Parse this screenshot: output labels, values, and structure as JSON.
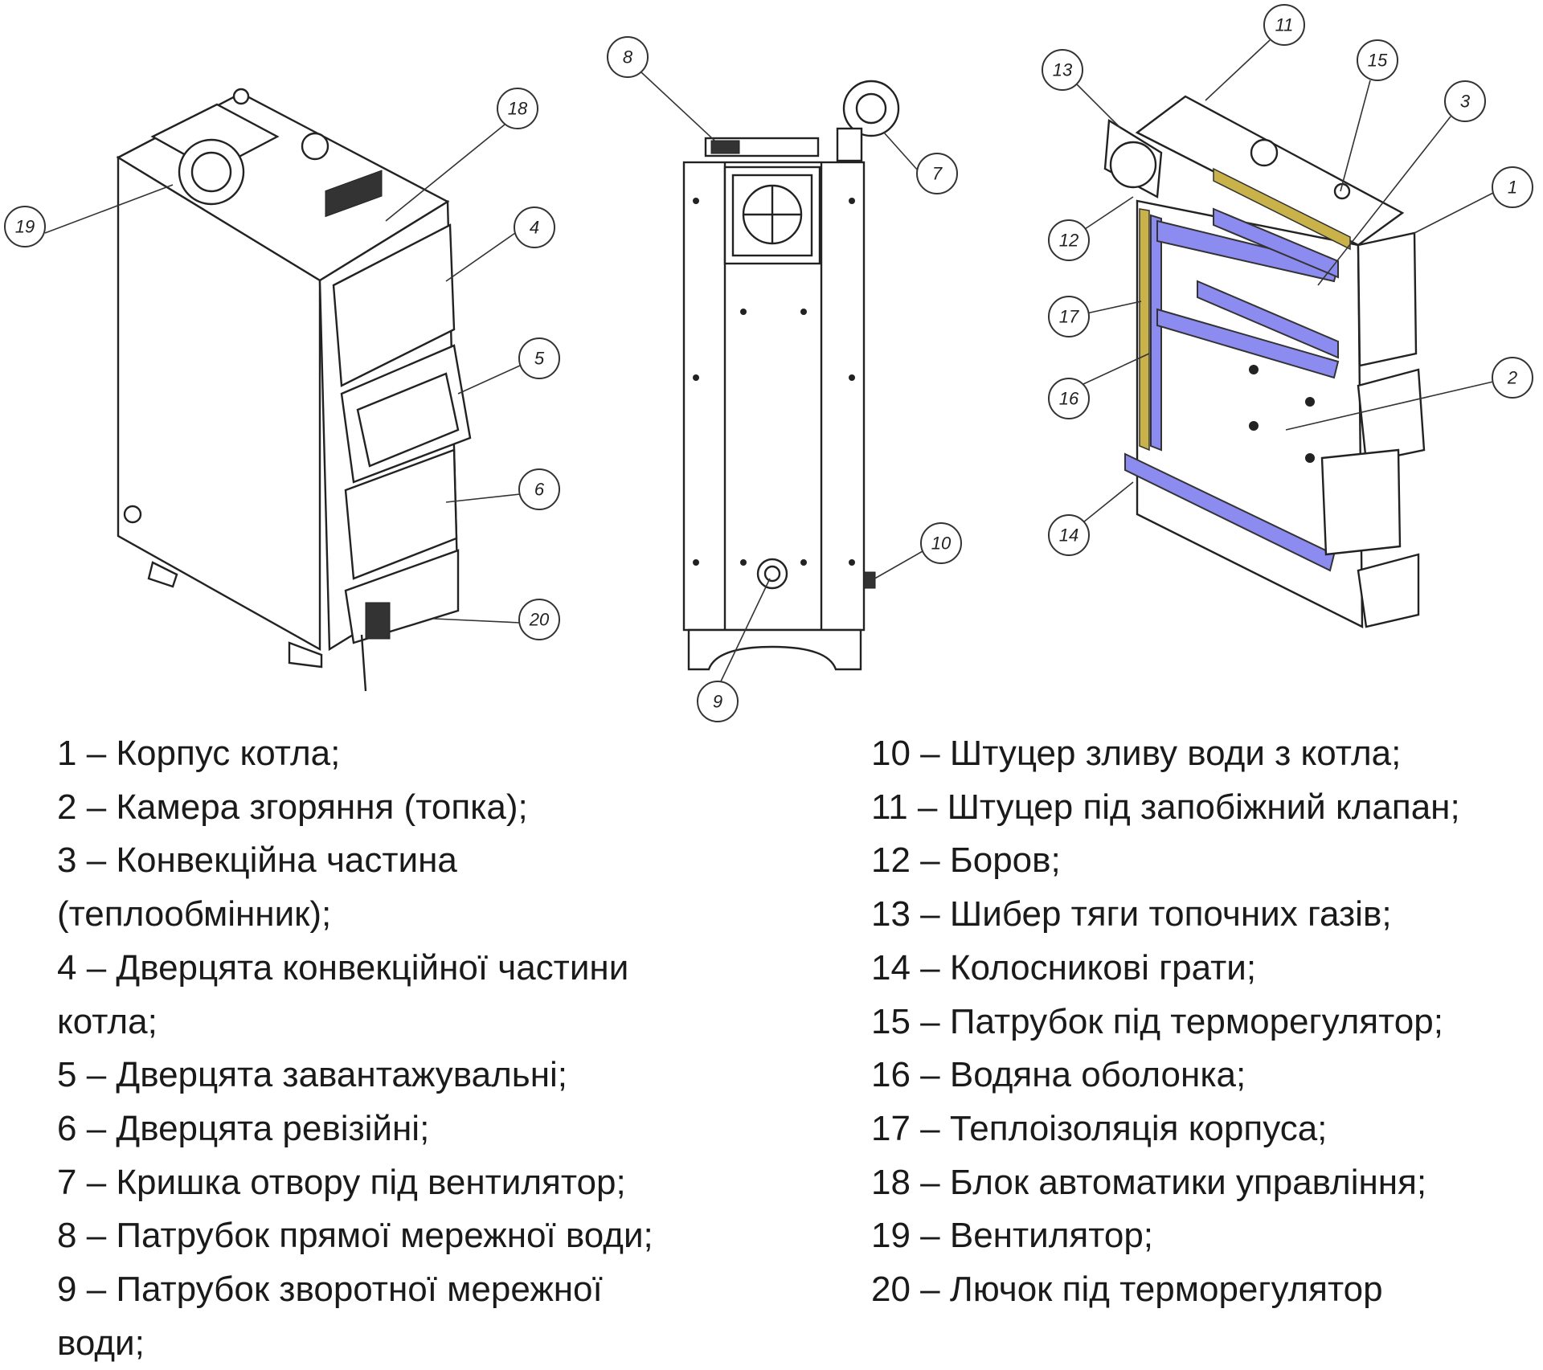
{
  "diagram": {
    "callouts": {
      "c1": "1",
      "c2": "2",
      "c3": "3",
      "c4": "4",
      "c5": "5",
      "c6": "6",
      "c7": "7",
      "c8": "8",
      "c9": "9",
      "c10": "10",
      "c11": "11",
      "c12": "12",
      "c13": "13",
      "c14": "14",
      "c15": "15",
      "c16": "16",
      "c17": "17",
      "c18": "18",
      "c19": "19",
      "c20": "20"
    },
    "colors": {
      "water_jacket": "#8c8cf0",
      "insulation": "#c9b24a",
      "lines": "#222222"
    }
  },
  "legend": {
    "left": [
      "1 – Корпус котла;",
      "2 – Камера згоряння (топка);",
      "3 – Конвекційна частина",
      "(теплообмінник);",
      "4 – Дверцята конвекційної частини",
      "котла;",
      "5 – Дверцята завантажувальні;",
      "6 – Дверцята ревізійні;",
      "7 – Кришка отвору під вентилятор;",
      "8 – Патрубок прямої мережної води;",
      "9 – Патрубок зворотної мережної",
      "води;"
    ],
    "right": [
      "10 – Штуцер зливу води з котла;",
      "11 – Штуцер під запобіжний клапан;",
      "12 – Боров;",
      "13 – Шибер тяги топочних газів;",
      "14 – Колосникові грати;",
      "15 – Патрубок під терморегулятор;",
      "16 – Водяна оболонка;",
      "17 – Теплоізоляція корпуса;",
      "18 – Блок автоматики управління;",
      "19 – Вентилятор;",
      "20 – Лючок під терморегулятор"
    ]
  }
}
